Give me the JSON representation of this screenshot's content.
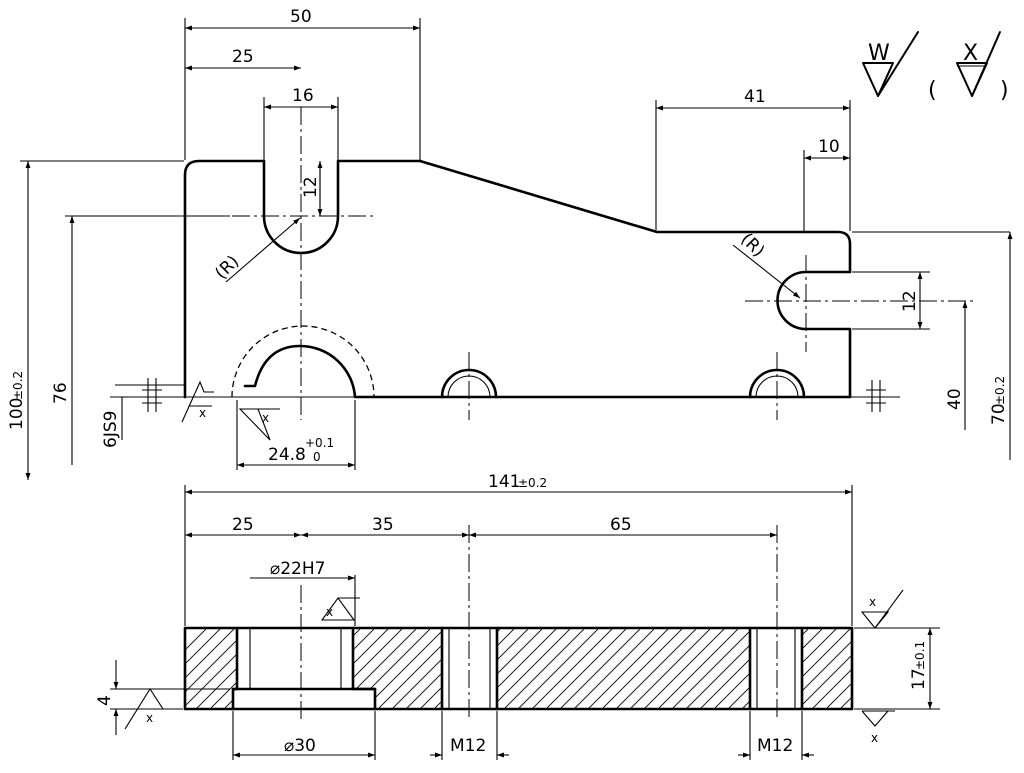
{
  "top_view": {
    "dims": {
      "w50": "50",
      "w25": "25",
      "w16": "16",
      "h12_slot": "12",
      "w41": "41",
      "w10": "10",
      "h12_side": "12",
      "h100": "100",
      "h100_tol": "±0.2",
      "h76": "76",
      "h6js9": "6JS9",
      "h40": "40",
      "h70": "70",
      "h70_tol": "±0.2",
      "w24_8": "24.8",
      "w24_8_tol_upper": "+0.1",
      "w24_8_tol_lower": "0"
    },
    "radius_labels": [
      "(R)",
      "(R)"
    ]
  },
  "section_view": {
    "dims": {
      "w141": "141",
      "w141_tol": "±0.2",
      "w25": "25",
      "w35": "35",
      "w65": "65",
      "d22h7": "⌀22H7",
      "d30": "⌀30",
      "m12_a": "M12",
      "m12_b": "M12",
      "h4": "4",
      "h17": "17",
      "h17_tol": "±0.1"
    }
  },
  "surface_symbols": {
    "w_label": "W",
    "x_label": "X",
    "open_paren": "(",
    "close_paren": ")",
    "small_x": "x"
  }
}
